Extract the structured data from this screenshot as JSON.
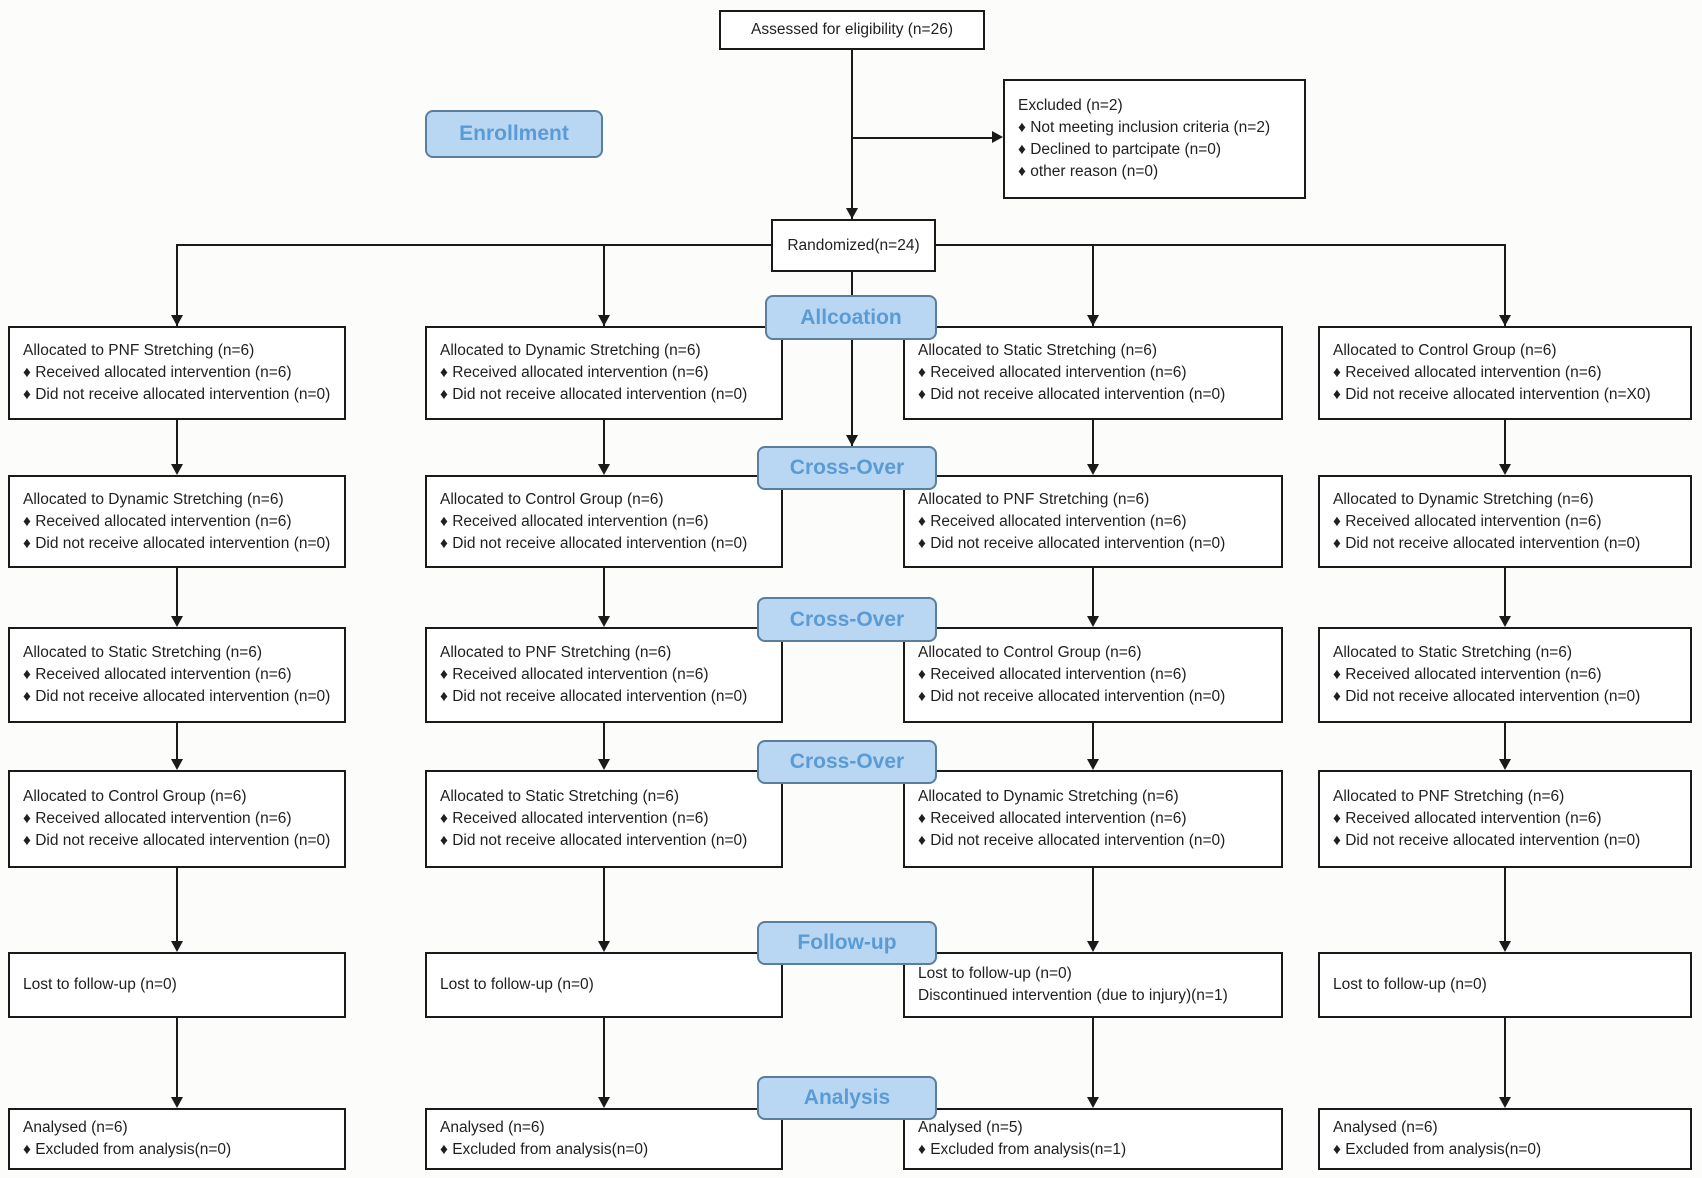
{
  "colors": {
    "label_fill": "#b9d7f2",
    "label_border": "#5a7e9e",
    "label_text": "#5b9bd5",
    "line_color": "#1a1a1a",
    "box_border": "#1a1a1a"
  },
  "top": {
    "assessed": "Assessed for eligibility (n=26)",
    "excluded": {
      "lines": [
        "Excluded (n=2)",
        "♦ Not meeting inclusion criteria (n=2)",
        "♦ Declined to partcipate (n=0)",
        "♦ other reason (n=0)"
      ]
    },
    "randomized": "Randomized(n=24)"
  },
  "stage_labels": {
    "enrollment": "Enrollment",
    "allocation": "Allcoation",
    "crossover1": "Cross-Over",
    "crossover2": "Cross-Over",
    "crossover3": "Cross-Over",
    "followup": "Follow-up",
    "analysis": "Analysis"
  },
  "rows": [
    {
      "stage": "Allocation",
      "boxes": [
        {
          "lines": [
            "Allocated to PNF Stretching (n=6)",
            "♦ Received allocated intervention (n=6)",
            "♦ Did not receive allocated intervention (n=0)"
          ]
        },
        {
          "lines": [
            "Allocated to Dynamic Stretching (n=6)",
            "♦ Received allocated intervention (n=6)",
            "♦ Did not receive allocated intervention (n=0)"
          ]
        },
        {
          "lines": [
            "Allocated to Static Stretching (n=6)",
            "♦ Received allocated intervention (n=6)",
            "♦ Did not receive allocated intervention (n=0)"
          ]
        },
        {
          "lines": [
            "Allocated to Control Group (n=6)",
            "♦ Received allocated intervention (n=6)",
            "♦ Did not receive allocated intervention (n=X0)"
          ]
        }
      ]
    },
    {
      "stage": "Cross-Over 1",
      "boxes": [
        {
          "lines": [
            "Allocated to Dynamic Stretching (n=6)",
            "♦ Received allocated intervention (n=6)",
            "♦ Did not receive allocated intervention (n=0)"
          ]
        },
        {
          "lines": [
            "Allocated to Control Group (n=6)",
            "♦ Received allocated intervention (n=6)",
            "♦ Did not receive allocated intervention (n=0)"
          ]
        },
        {
          "lines": [
            "Allocated to PNF Stretching (n=6)",
            "♦ Received allocated intervention (n=6)",
            "♦ Did not receive allocated intervention (n=0)"
          ]
        },
        {
          "lines": [
            "Allocated to Dynamic Stretching (n=6)",
            "♦ Received allocated intervention (n=6)",
            "♦ Did not receive allocated intervention (n=0)"
          ]
        }
      ]
    },
    {
      "stage": "Cross-Over 2",
      "boxes": [
        {
          "lines": [
            "Allocated to Static Stretching (n=6)",
            "♦ Received allocated intervention (n=6)",
            "♦ Did not receive allocated intervention (n=0)"
          ]
        },
        {
          "lines": [
            "Allocated to PNF Stretching (n=6)",
            "♦ Received allocated intervention (n=6)",
            "♦ Did not receive allocated intervention (n=0)"
          ]
        },
        {
          "lines": [
            "Allocated to Control Group (n=6)",
            "♦ Received allocated intervention (n=6)",
            "♦ Did not receive allocated intervention (n=0)"
          ]
        },
        {
          "lines": [
            "Allocated to Static Stretching (n=6)",
            "♦ Received allocated intervention (n=6)",
            "♦ Did not receive allocated intervention (n=0)"
          ]
        }
      ]
    },
    {
      "stage": "Cross-Over 3",
      "boxes": [
        {
          "lines": [
            "Allocated to Control Group (n=6)",
            "♦ Received allocated intervention (n=6)",
            "♦ Did not receive allocated intervention (n=0)"
          ]
        },
        {
          "lines": [
            "Allocated to Static Stretching (n=6)",
            "♦ Received allocated intervention (n=6)",
            "♦ Did not receive allocated intervention (n=0)"
          ]
        },
        {
          "lines": [
            "Allocated to Dynamic Stretching (n=6)",
            "♦ Received allocated intervention (n=6)",
            "♦ Did not receive allocated intervention (n=0)"
          ]
        },
        {
          "lines": [
            "Allocated to PNF Stretching (n=6)",
            "♦ Received allocated intervention (n=6)",
            "♦ Did not receive allocated intervention (n=0)"
          ]
        }
      ]
    },
    {
      "stage": "Follow-up",
      "boxes": [
        {
          "lines": [
            "Lost to follow-up (n=0)"
          ]
        },
        {
          "lines": [
            "Lost to follow-up (n=0)"
          ]
        },
        {
          "lines": [
            "Lost to follow-up (n=0)",
            "Discontinued intervention (due to injury)(n=1)"
          ]
        },
        {
          "lines": [
            "Lost to follow-up (n=0)"
          ]
        }
      ]
    },
    {
      "stage": "Analysis",
      "boxes": [
        {
          "lines": [
            "Analysed (n=6)",
            "♦ Excluded from analysis(n=0)"
          ]
        },
        {
          "lines": [
            "Analysed (n=6)",
            "♦ Excluded from analysis(n=0)"
          ]
        },
        {
          "lines": [
            "Analysed (n=5)",
            "♦ Excluded from analysis(n=1)"
          ]
        },
        {
          "lines": [
            "Analysed (n=6)",
            "♦ Excluded from analysis(n=0)"
          ]
        }
      ]
    }
  ]
}
